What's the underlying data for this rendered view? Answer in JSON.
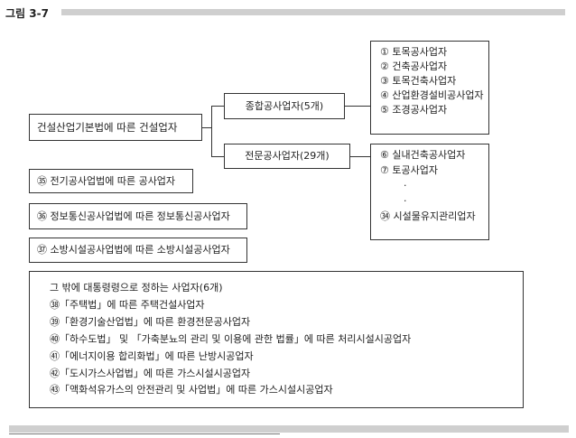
{
  "figure": {
    "label": "그림 3-7"
  },
  "root": {
    "label": "건설산업기본법에 따른 건설업자"
  },
  "general": {
    "label": "종합공사업자(5개)",
    "items": [
      "① 토목공사업자",
      "② 건축공사업자",
      "③ 토목건축사업자",
      "④ 산업환경설비공사업자",
      "⑤ 조경공사업자"
    ]
  },
  "specialty": {
    "label": "전문공사업자(29개)",
    "items": [
      "⑥ 실내건축공사업자",
      "⑦ 토공사업자",
      "·",
      "·",
      "㉞ 시설물유지관리업자"
    ]
  },
  "others": {
    "electric": "㉟ 전기공사업법에 따른 공사업자",
    "telecom": "㊱ 정보통신공사업법에 따른 정보통신공사업자",
    "fire": "㊲ 소방시설공사업법에 따른 소방시설공사업자"
  },
  "decree": {
    "title": "그 밖에 대통령령으로 정하는 사업자(6개)",
    "items": [
      "㊳「주택법」에 따른 주택건설사업자",
      "㊴「환경기술산업법」에 따른 환경전문공사업자",
      "㊵「하수도법」 및 「가축분뇨의 관리 및 이용에 관한 법률」에 따른 처리시설시공업자",
      "㊶「에너지이용 합리화법」에 따른 난방시공업자",
      "㊷「도시가스사업법」에 따른 가스시설시공업자",
      "㊸「액화석유가스의 안전관리 및 사업법」에 따른 가스시설시공업자"
    ]
  }
}
